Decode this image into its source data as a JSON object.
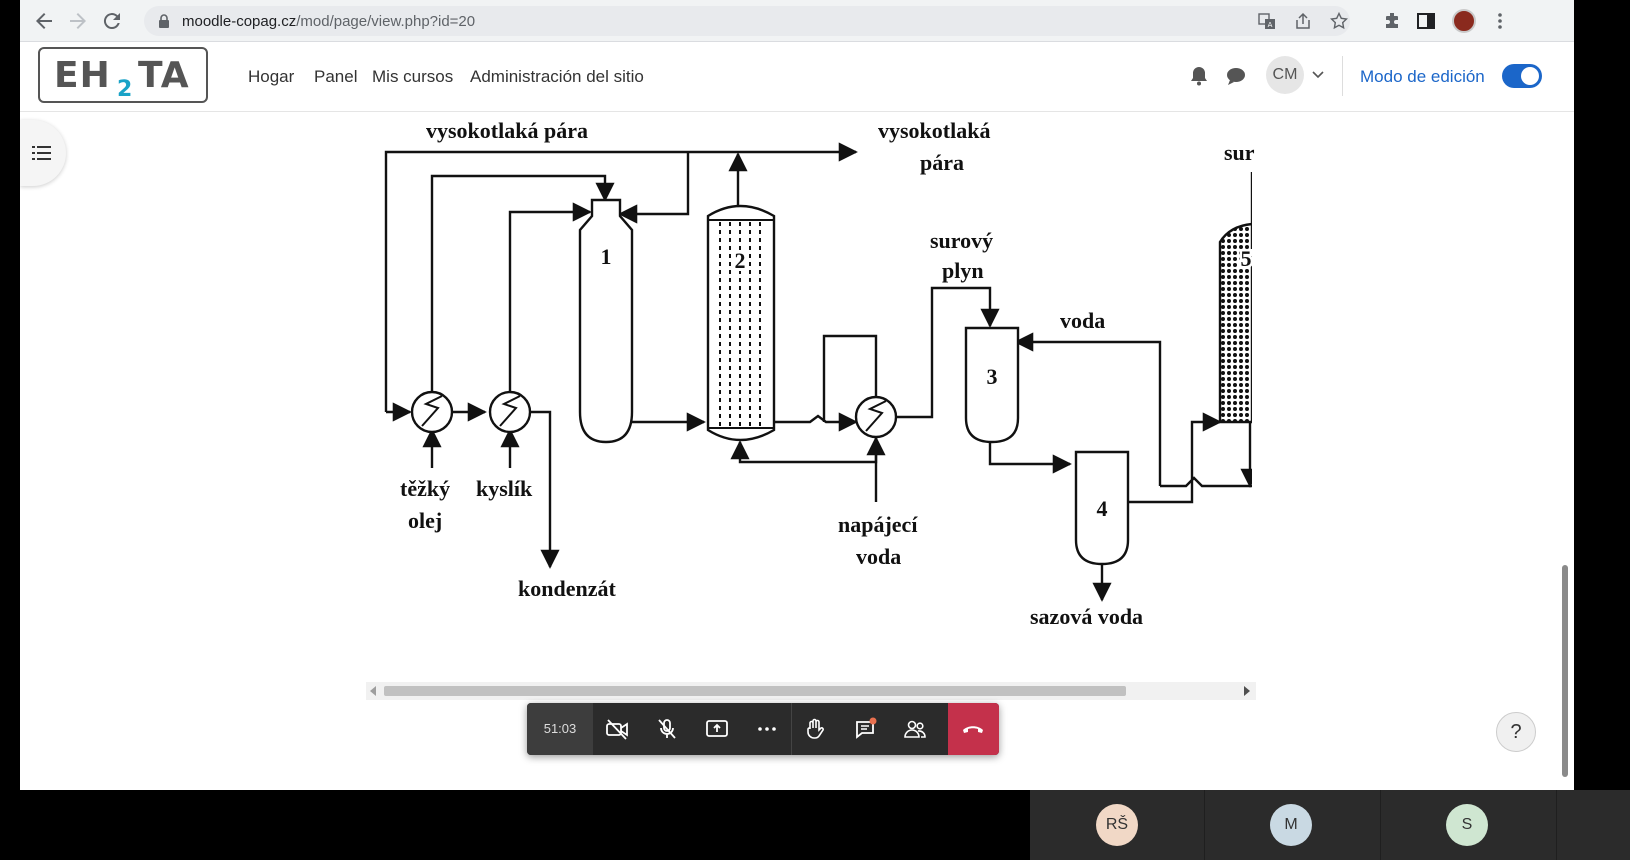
{
  "browser": {
    "url_host": "moodle-copag.cz",
    "url_path": "/mod/page/view.php?id=20"
  },
  "site": {
    "logo_prefix": "EH",
    "logo_subscript": "2",
    "logo_suffix": "TA",
    "nav": [
      "Hogar",
      "Panel",
      "Mis cursos",
      "Administración del sitio"
    ],
    "user_initials": "CM",
    "edit_mode_label": "Modo de edición",
    "edit_mode_on": true
  },
  "diagram": {
    "labels": {
      "high_pressure_steam_top": "vysokotlaká pára",
      "high_pressure_steam_right_1": "vysokotlaká",
      "high_pressure_steam_right_2": "pára",
      "raw_gas_1": "surový",
      "raw_gas_2": "plyn",
      "water": "voda",
      "heavy_oil_1": "těžký",
      "heavy_oil_2": "olej",
      "oxygen": "kyslík",
      "condensate": "kondenzát",
      "feed_water_1": "napájecí",
      "feed_water_2": "voda",
      "soot_water": "sazová voda",
      "raw_cut": "sur"
    },
    "units": [
      "1",
      "2",
      "3",
      "4",
      "5"
    ]
  },
  "meeting": {
    "timer": "51:03",
    "participants": [
      "RŠ",
      "M",
      "S"
    ]
  },
  "help_label": "?"
}
